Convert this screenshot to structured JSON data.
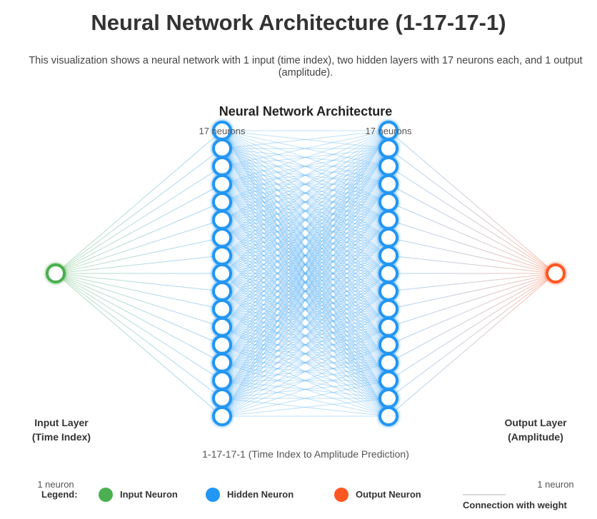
{
  "title": "Neural Network Architecture (1-17-17-1)",
  "description": "This visualization shows a neural network with 1 input (time index), two hidden layers with 17 neurons each, and 1 output (amplitude).",
  "diagram": {
    "title": "Neural Network Architecture",
    "subtitle": "1-17-17-1 (Time Index to Amplitude Prediction)",
    "layers": [
      {
        "role": "input",
        "neurons": 1,
        "count_label": "1 neuron",
        "label_line1": "Input Layer",
        "label_line2": "(Time Index)"
      },
      {
        "role": "hidden",
        "neurons": 17,
        "count_label": "17 neurons"
      },
      {
        "role": "hidden",
        "neurons": 17,
        "count_label": "17 neurons"
      },
      {
        "role": "output",
        "neurons": 1,
        "count_label": "1 neuron",
        "label_line1": "Output Layer",
        "label_line2": "(Amplitude)"
      }
    ]
  },
  "legend": {
    "title": "Legend:",
    "items": [
      {
        "label": "Input Neuron",
        "color": "#4caf50"
      },
      {
        "label": "Hidden Neuron",
        "color": "#2196f3"
      },
      {
        "label": "Output Neuron",
        "color": "#ff5722"
      }
    ],
    "connection_label": "Connection with weight"
  },
  "colors": {
    "input": "#4caf50",
    "hidden": "#2196f3",
    "output": "#ff5722",
    "connection": "#64b5f6"
  }
}
